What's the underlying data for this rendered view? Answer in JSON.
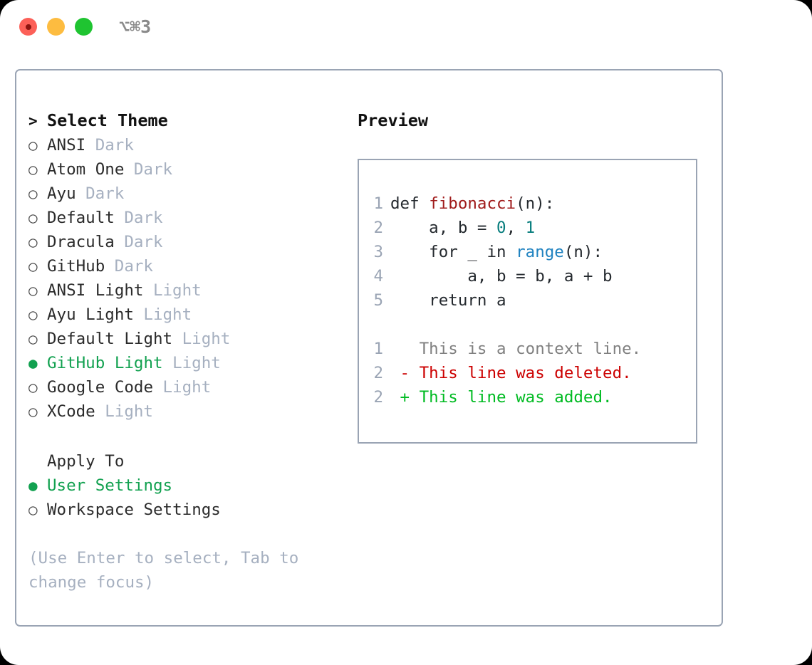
{
  "titlebar": {
    "shortcut": "⌥⌘3",
    "buttons": {
      "close": "close",
      "minimize": "minimize",
      "maximize": "maximize"
    }
  },
  "theme_picker": {
    "header_marker": ">",
    "header": "Select Theme",
    "marker_unselected": "○",
    "marker_selected": "●",
    "items": [
      {
        "name": "ANSI",
        "variant": "Dark",
        "selected": false
      },
      {
        "name": "Atom One",
        "variant": "Dark",
        "selected": false
      },
      {
        "name": "Ayu",
        "variant": "Dark",
        "selected": false
      },
      {
        "name": "Default",
        "variant": "Dark",
        "selected": false
      },
      {
        "name": "Dracula",
        "variant": "Dark",
        "selected": false
      },
      {
        "name": "GitHub",
        "variant": "Dark",
        "selected": false
      },
      {
        "name": "ANSI Light",
        "variant": "Light",
        "selected": false
      },
      {
        "name": "Ayu Light",
        "variant": "Light",
        "selected": false
      },
      {
        "name": "Default Light",
        "variant": "Light",
        "selected": false
      },
      {
        "name": "GitHub Light",
        "variant": "Light",
        "selected": true
      },
      {
        "name": "Google Code",
        "variant": "Light",
        "selected": false
      },
      {
        "name": "XCode",
        "variant": "Light",
        "selected": false
      }
    ]
  },
  "apply_to": {
    "label": "Apply To",
    "options": [
      {
        "name": "User Settings",
        "selected": true
      },
      {
        "name": "Workspace Settings",
        "selected": false
      }
    ]
  },
  "hint": "(Use Enter to select, Tab to change focus)",
  "preview": {
    "title": "Preview",
    "code_lines": [
      {
        "no": "1",
        "parts": [
          {
            "t": "def ",
            "c": "plain"
          },
          {
            "t": "fibonacci",
            "c": "fn"
          },
          {
            "t": "(n):",
            "c": "plain"
          }
        ]
      },
      {
        "no": "2",
        "parts": [
          {
            "t": "    a, b = ",
            "c": "plain"
          },
          {
            "t": "0",
            "c": "num"
          },
          {
            "t": ", ",
            "c": "plain"
          },
          {
            "t": "1",
            "c": "num"
          }
        ]
      },
      {
        "no": "3",
        "parts": [
          {
            "t": "    for _ in ",
            "c": "plain"
          },
          {
            "t": "range",
            "c": "builtin"
          },
          {
            "t": "(n):",
            "c": "plain"
          }
        ]
      },
      {
        "no": "4",
        "parts": [
          {
            "t": "        a, b = b, a + b",
            "c": "plain"
          }
        ]
      },
      {
        "no": "5",
        "parts": [
          {
            "t": "    return a",
            "c": "plain"
          }
        ]
      }
    ],
    "diff_lines": [
      {
        "no": "1",
        "sign": " ",
        "text": " This is a context line.",
        "kind": "context"
      },
      {
        "no": "2",
        "sign": "-",
        "text": " This line was deleted.",
        "kind": "deleted"
      },
      {
        "no": "2",
        "sign": "+",
        "text": " This line was added.",
        "kind": "added"
      }
    ]
  },
  "colors": {
    "accent_green": "#12a150",
    "border": "#9aa4b4",
    "muted": "#a6b0c0",
    "diff_add": "#00bb22",
    "diff_del": "#cc0000",
    "fn_red": "#a01b1b",
    "num_teal": "#077d7d",
    "builtin_blue": "#1f82c0"
  }
}
